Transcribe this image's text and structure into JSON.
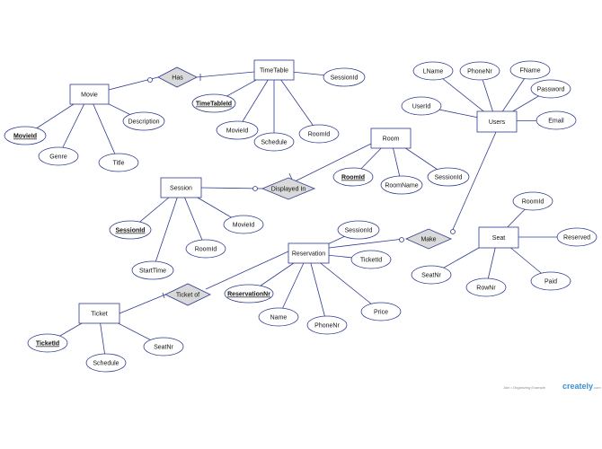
{
  "colors": {
    "line": "#2e3b8f",
    "relationship_fill": "#d9d9d9",
    "entity_fill": "#ffffff",
    "brand": "#3d8fd1"
  },
  "entities": {
    "movie": "Movie",
    "timetable": "TimeTable",
    "users": "Users",
    "room": "Room",
    "session": "Session",
    "seat": "Seat",
    "reservation": "Reservation",
    "ticket": "Ticket"
  },
  "relationships": {
    "has": "Has",
    "displayed_in": "Displayed In",
    "make": "Make",
    "ticket_of": "Ticket of"
  },
  "attributes": {
    "movie_id": "MovieId",
    "movie_genre": "Genre",
    "movie_title": "Title",
    "movie_description": "Description",
    "timetable_id": "TimeTableId",
    "timetable_movieid": "MovieId",
    "timetable_schedule": "Schedule",
    "timetable_roomid": "RoomId",
    "timetable_sessionid": "SessionId",
    "users_lname": "LName",
    "users_phonenr": "PhoneNr",
    "users_fname": "FName",
    "users_password": "Password",
    "users_userid": "UserId",
    "users_email": "Email",
    "room_id": "RoomId",
    "room_name": "RoomName",
    "room_sessionid": "SessionId",
    "session_id": "SessionId",
    "session_roomid": "RoomId",
    "session_movieid": "MovieId",
    "session_starttime": "StartTime",
    "seat_roomid": "RoomId",
    "seat_reserved": "Reserved",
    "seat_seatnr": "SeatNr",
    "seat_rownr": "RowNr",
    "seat_paid": "Paid",
    "reservation_sessionid": "SessionId",
    "reservation_ticketid": "TicketId",
    "reservation_nr": "ReservationNr",
    "reservation_name": "Name",
    "reservation_phonenr": "PhoneNr",
    "reservation_price": "Price",
    "ticket_id": "TicketId",
    "ticket_schedule": "Schedule",
    "ticket_seatnr": "SeatNr"
  },
  "watermark": {
    "caption": "Join • Organizing Example",
    "brand": "creately",
    "suffix": ".com"
  }
}
